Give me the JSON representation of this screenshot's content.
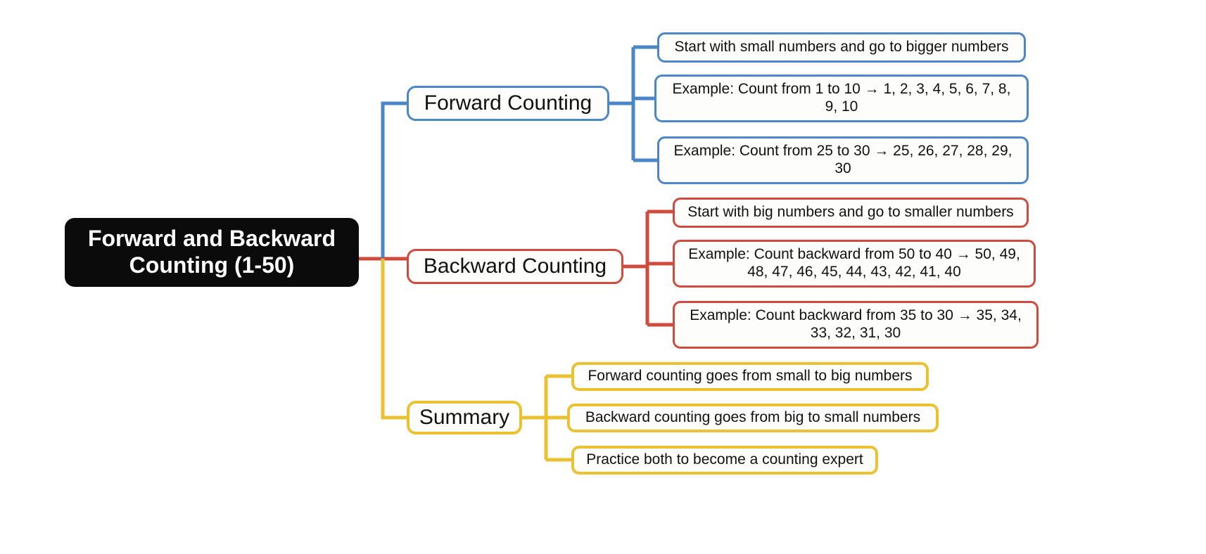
{
  "diagram": {
    "type": "mindmap",
    "title": "Forward and Backward Counting (1-50)",
    "colors": {
      "root_bg": "#0b0b0b",
      "root_text": "#ffffff",
      "branch_blue": "#4a86c8",
      "branch_red": "#cf4b3e",
      "branch_gold": "#ecc12f",
      "node_bg": "#fdfdfb",
      "text": "#111111",
      "background": "#ffffff"
    },
    "root": {
      "label": "Forward and Backward Counting (1-50)",
      "line1": "Forward and Backward",
      "line2": "Counting (1-50)"
    },
    "branches": [
      {
        "id": "forward-counting",
        "label": "Forward Counting",
        "color": "#4a86c8",
        "children": [
          {
            "id": "forward-rule",
            "label": "Start with small numbers and go to bigger numbers"
          },
          {
            "id": "forward-example-1-10",
            "label": "Example: Count from 1 to 10 → 1, 2, 3, 4, 5, 6, 7, 8, 9, 10"
          },
          {
            "id": "forward-example-25-30",
            "label": "Example: Count from 25 to 30 → 25, 26, 27, 28, 29, 30"
          }
        ]
      },
      {
        "id": "backward-counting",
        "label": "Backward Counting",
        "color": "#cf4b3e",
        "children": [
          {
            "id": "backward-rule",
            "label": "Start with big numbers and go to smaller numbers"
          },
          {
            "id": "backward-example-50-40",
            "label": "Example: Count backward from 50 to 40 → 50, 49, 48, 47, 46, 45, 44, 43, 42, 41, 40"
          },
          {
            "id": "backward-example-35-30",
            "label": "Example: Count backward from 35 to 30 → 35, 34, 33, 32, 31, 30"
          }
        ]
      },
      {
        "id": "summary",
        "label": "Summary",
        "color": "#ecc12f",
        "children": [
          {
            "id": "summary-forward",
            "label": "Forward counting goes from small to big numbers"
          },
          {
            "id": "summary-backward",
            "label": "Backward counting goes from big to small numbers"
          },
          {
            "id": "summary-practice",
            "label": "Practice both to become a counting expert"
          }
        ]
      }
    ]
  }
}
